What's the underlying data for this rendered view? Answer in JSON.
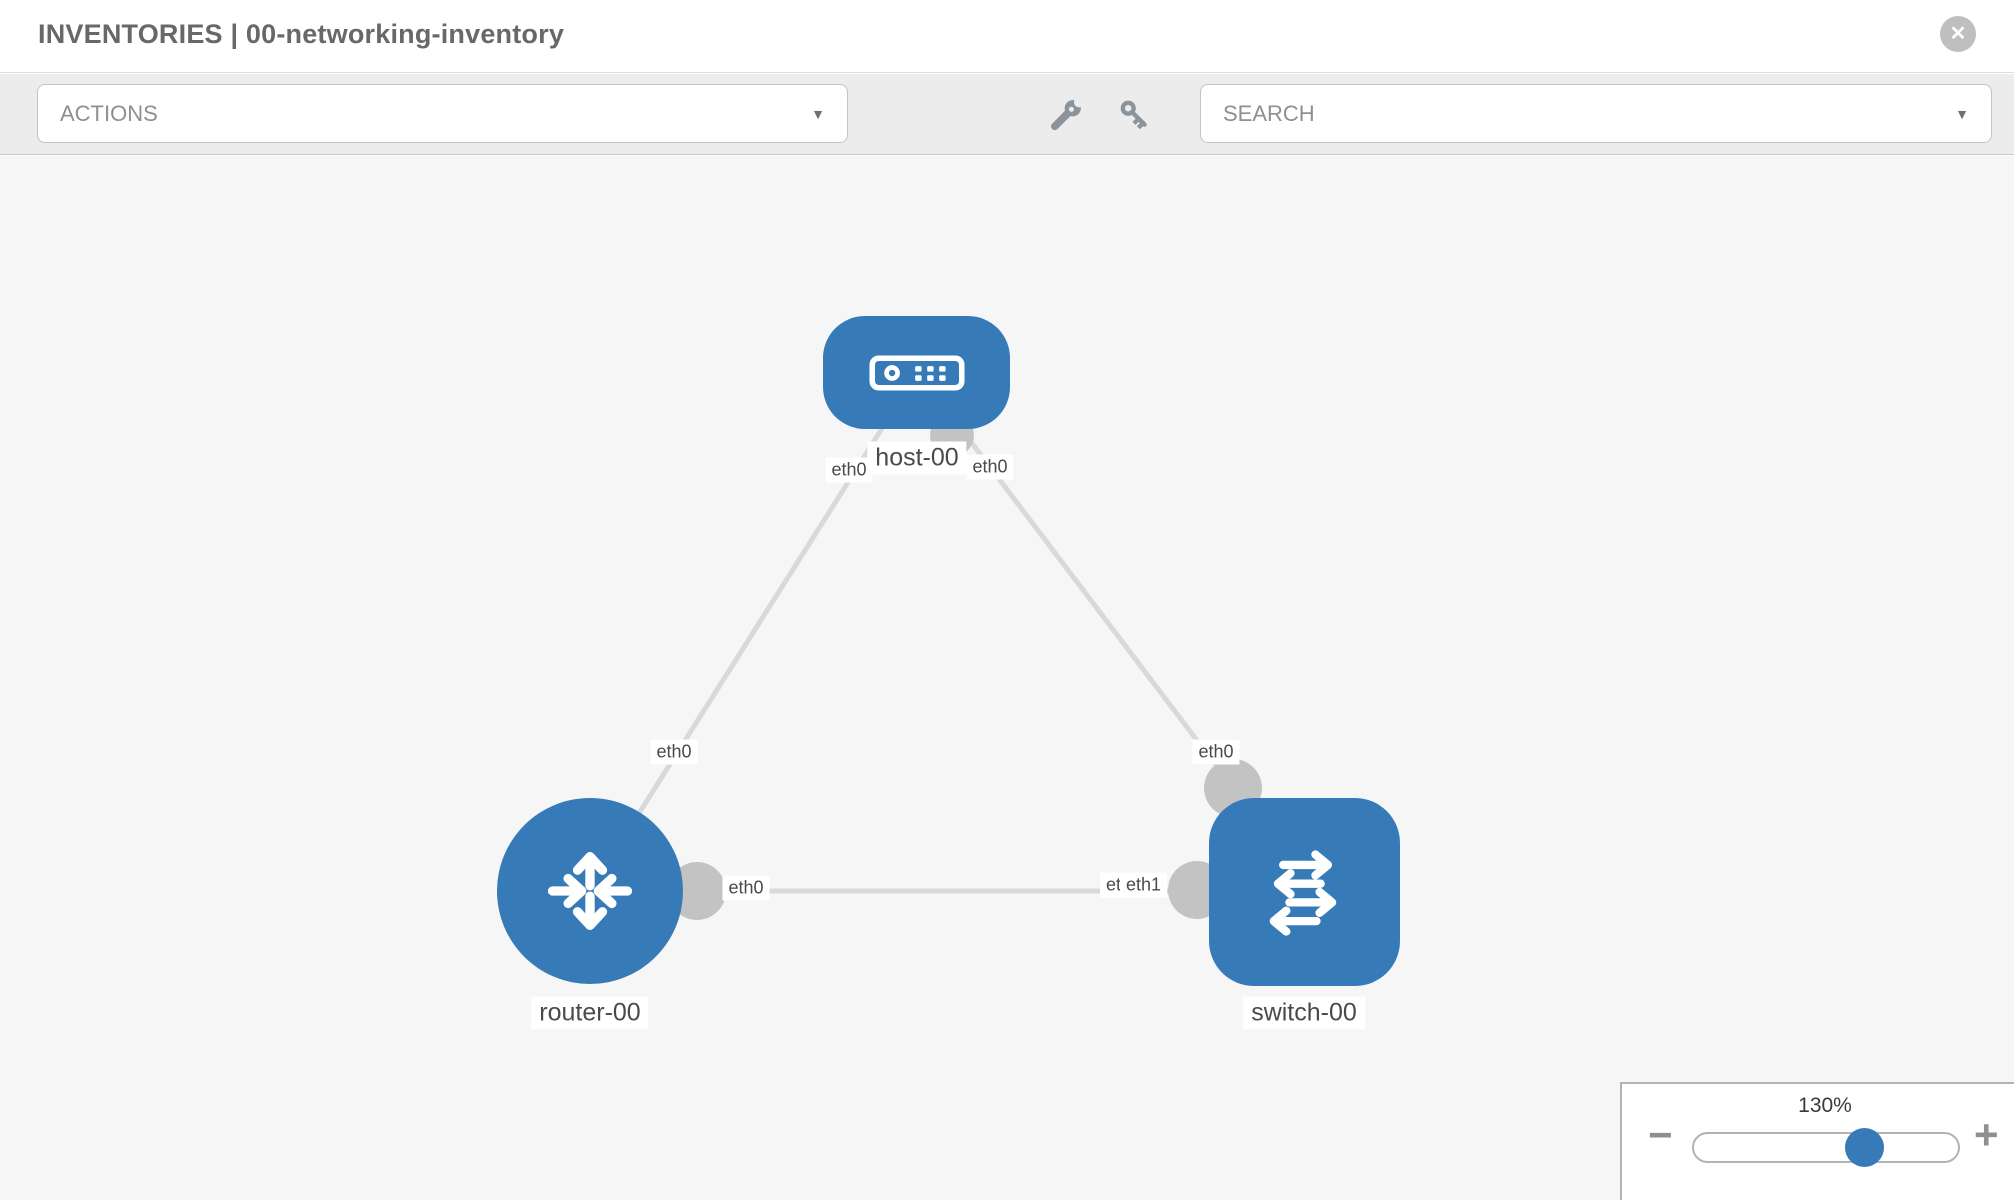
{
  "header": {
    "title": "INVENTORIES | 00-networking-inventory",
    "close_icon": "✕"
  },
  "toolbar": {
    "actions_label": "ACTIONS",
    "search_label": "SEARCH",
    "dropdown_caret": "▼",
    "icon_buttons": [
      "wrench-icon",
      "key-icon"
    ]
  },
  "topology": {
    "nodes": [
      {
        "id": "host-00",
        "type": "host",
        "label": "host-00",
        "icon": "host-icon"
      },
      {
        "id": "router-00",
        "type": "router",
        "label": "router-00",
        "icon": "router-icon"
      },
      {
        "id": "switch-00",
        "type": "switch",
        "label": "switch-00",
        "icon": "switch-icon"
      }
    ],
    "links": [
      {
        "from": "host-00",
        "to": "router-00",
        "from_interface": "eth0",
        "to_interface": "eth0"
      },
      {
        "from": "host-00",
        "to": "switch-00",
        "from_interface": "eth0",
        "to_interface": "eth0"
      },
      {
        "from": "router-00",
        "to": "switch-00",
        "from_interface": "eth0",
        "to_interface": "eth1"
      }
    ],
    "switch_hidden_label": "eth0"
  },
  "zoom_control": {
    "value": "130%",
    "minus_label": "−",
    "plus_label": "+"
  },
  "colors": {
    "node_blue": "#377ab8",
    "port_gray": "#c3c3c3",
    "edge_gray": "#d9d9d9",
    "canvas_bg": "#f6f6f6",
    "toolbar_bg": "#ececec"
  }
}
